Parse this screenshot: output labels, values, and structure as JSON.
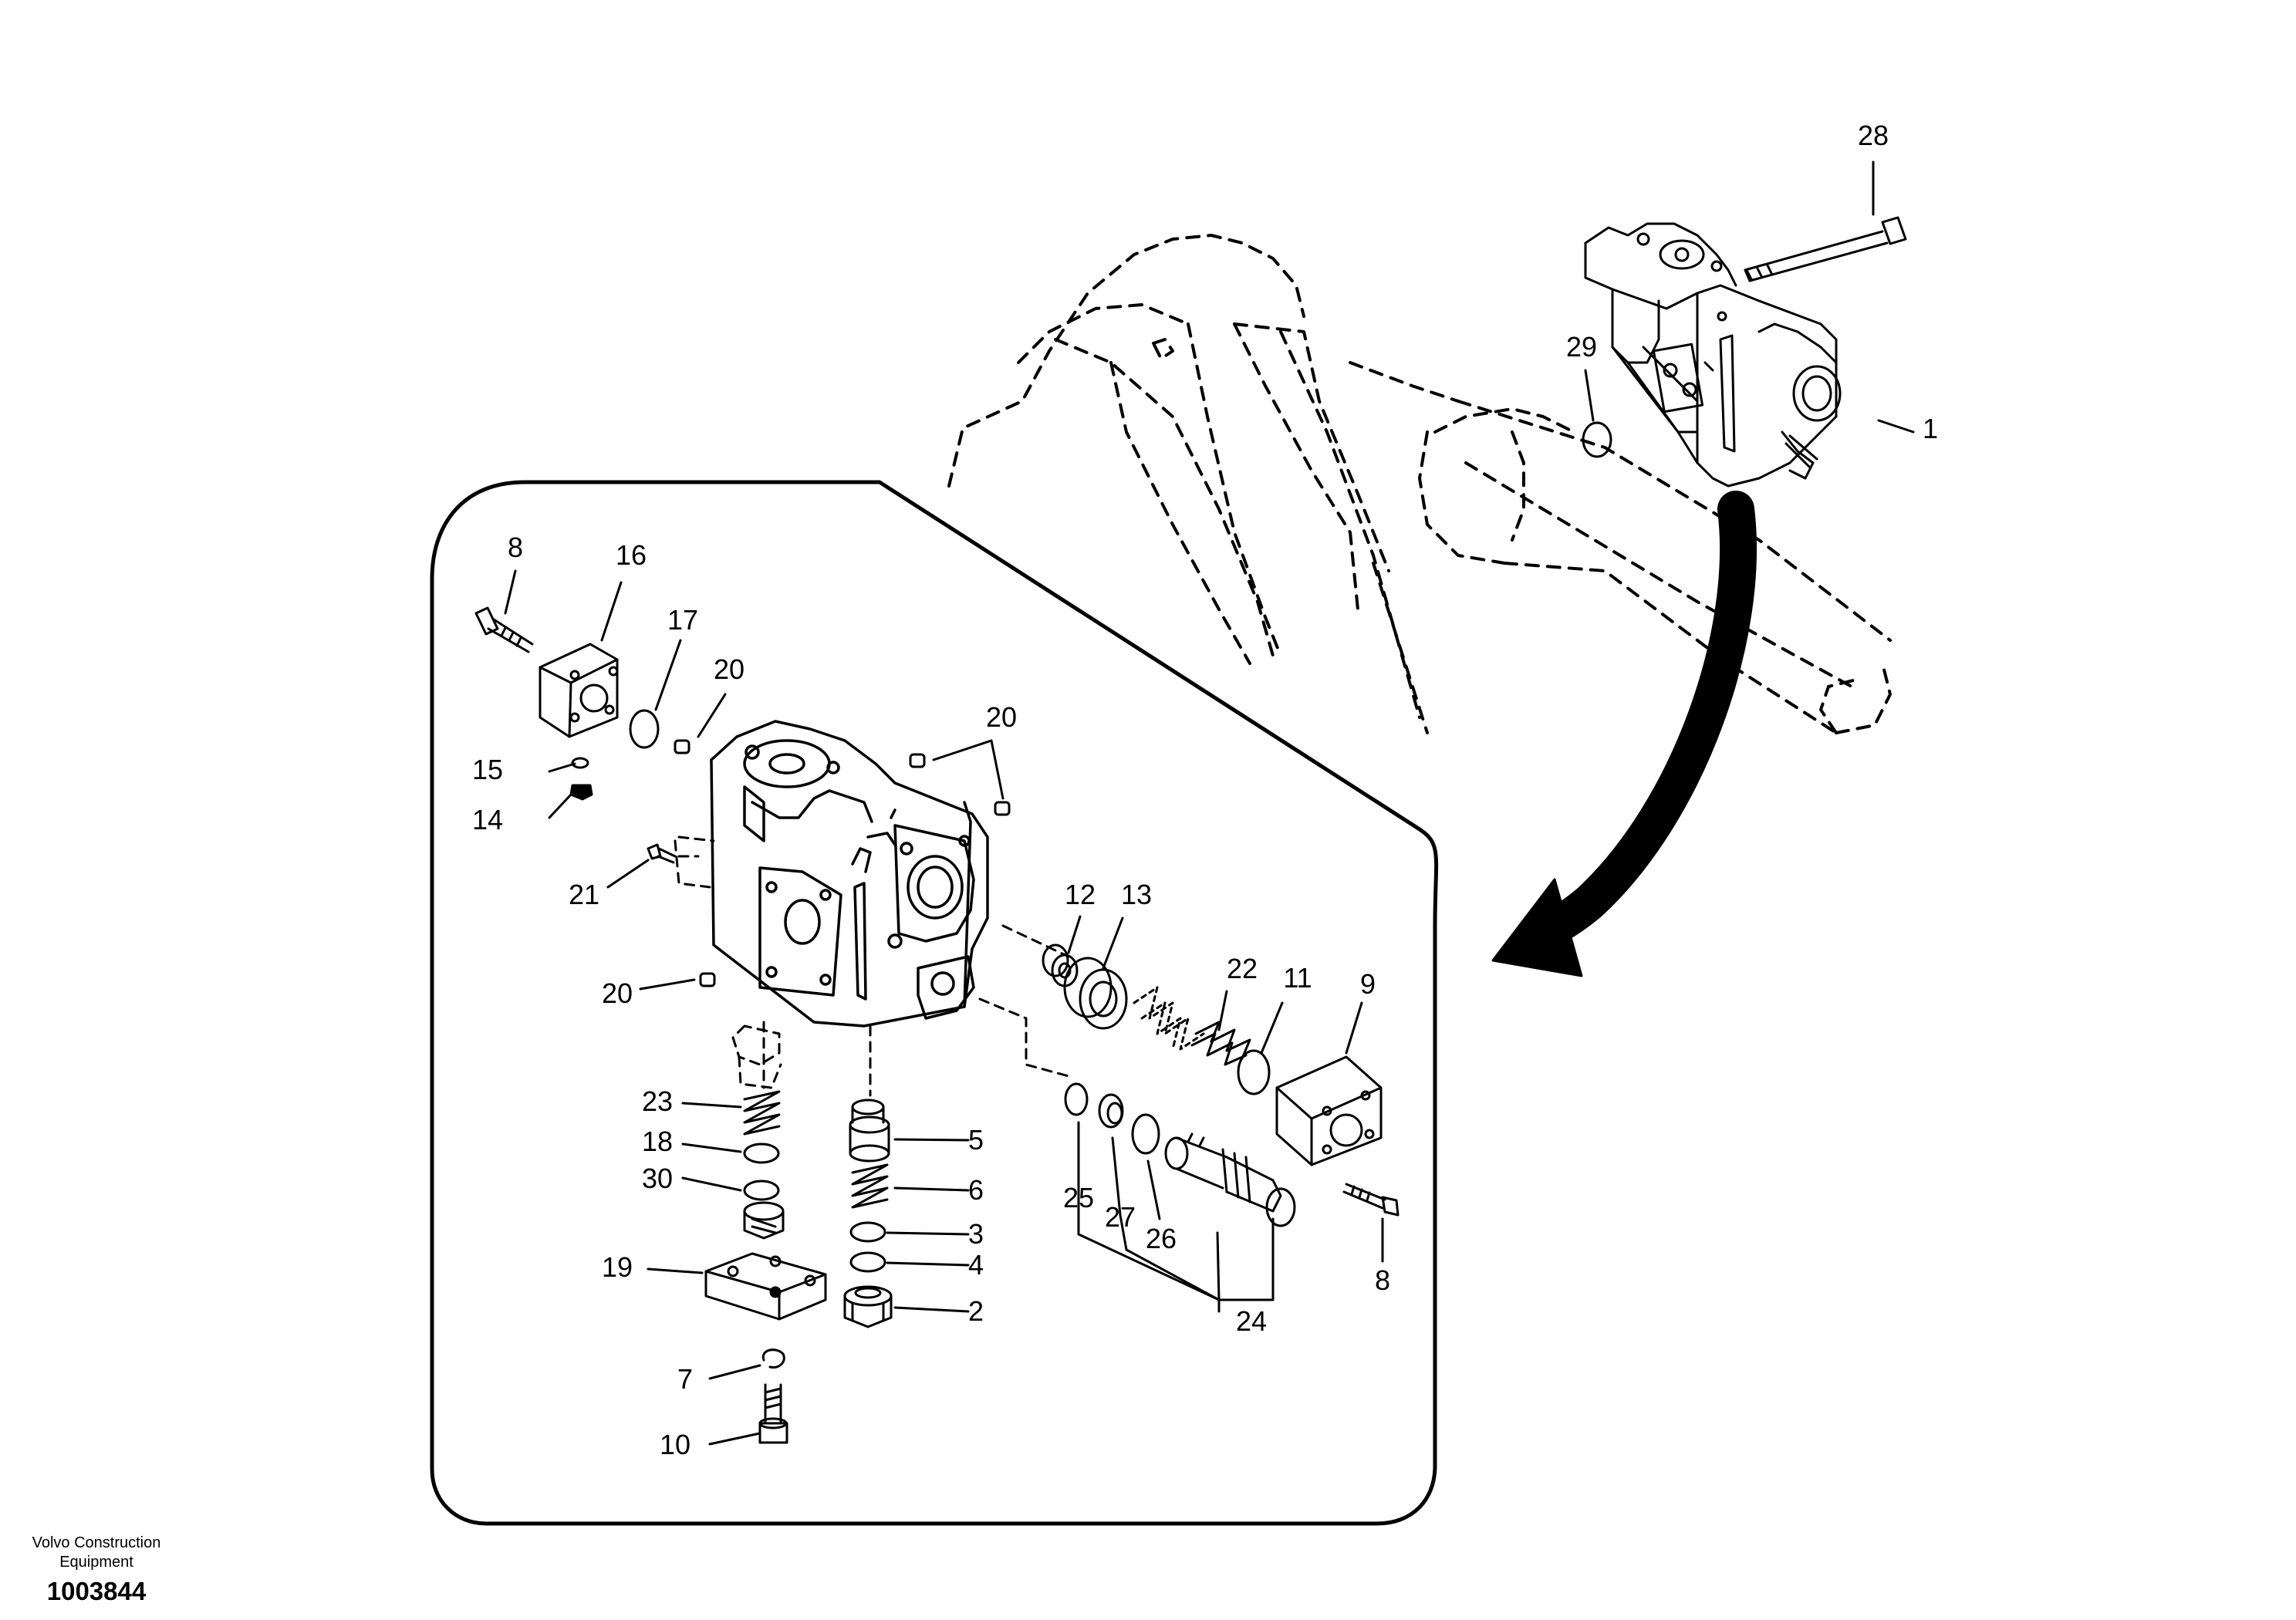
{
  "diagram": {
    "callouts": [
      "1",
      "2",
      "3",
      "4",
      "5",
      "6",
      "7",
      "8",
      "9",
      "10",
      "11",
      "12",
      "13",
      "14",
      "15",
      "16",
      "17",
      "18",
      "19",
      "20",
      "21",
      "22",
      "23",
      "24",
      "25",
      "26",
      "27",
      "28",
      "29",
      "30"
    ]
  },
  "footer": {
    "manufacturer": "Volvo Construction Equipment",
    "drawing_number": "1003844"
  }
}
